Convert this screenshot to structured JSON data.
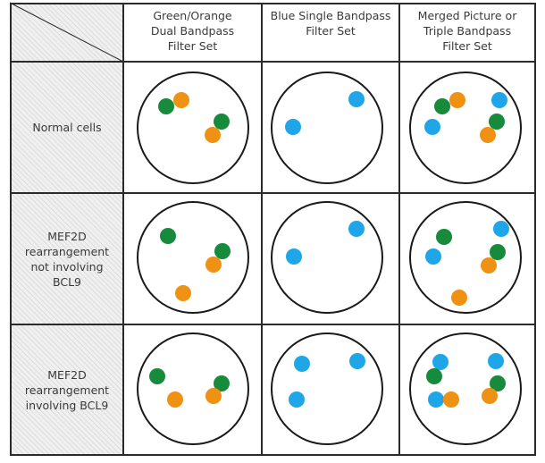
{
  "table": {
    "column_headers": [
      "Green/Orange\nDual Bandpass\nFilter Set",
      "Blue Single Bandpass\nFilter Set",
      "Merged Picture or\nTriple Bandpass\nFilter Set"
    ],
    "row_labels": [
      "Normal cells",
      "MEF2D\nrearrangement\nnot involving\nBCL9",
      "MEF2D\nrearrangement\ninvolving BCL9"
    ]
  },
  "colors": {
    "green": "#178a3b",
    "orange": "#ef9113",
    "blue": "#1ea6e8"
  },
  "signals": {
    "normal": {
      "green_orange": [
        "green",
        "orange",
        "green",
        "orange"
      ],
      "blue": [
        "blue",
        "blue"
      ],
      "merged": [
        "green",
        "orange",
        "blue",
        "blue",
        "green",
        "orange"
      ]
    },
    "not_involving": {
      "green_orange": [
        "green",
        "green",
        "orange",
        "orange"
      ],
      "blue": [
        "blue",
        "blue"
      ],
      "merged": [
        "green",
        "blue",
        "blue",
        "green",
        "orange",
        "orange"
      ]
    },
    "involving": {
      "green_orange": [
        "green",
        "green",
        "orange",
        "orange"
      ],
      "blue": [
        "blue",
        "blue",
        "blue"
      ],
      "merged": [
        "blue",
        "blue",
        "green",
        "green",
        "blue",
        "orange",
        "orange"
      ]
    }
  }
}
